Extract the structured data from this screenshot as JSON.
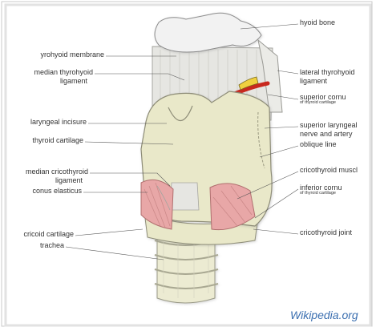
{
  "labels": {
    "hyoid_bone": "hyoid bone",
    "thyrohyoid_membrane": "yrohyoid membrane",
    "median_thyrohyoid_1": "median thyrohyoid",
    "median_thyrohyoid_2": "ligament",
    "laryngeal_incisure": "laryngeal incisure",
    "thyroid_cartilage": "thyroid cartilage",
    "median_cricothyroid_1": "median cricothyroid",
    "median_cricothyroid_2": "ligament",
    "conus_elasticus": "conus elasticus",
    "cricoid_cartilage": "cricoid cartilage",
    "trachea": "trachea",
    "lateral_thyrohyoid_1": "lateral thyrohyoid",
    "lateral_thyrohyoid_2": "ligament",
    "superior_cornu": "superior cornu",
    "superior_cornu_sub": "of thyroid cartilage",
    "superior_laryngeal_1": "superior laryngeal",
    "superior_laryngeal_2": "nerve and artery",
    "oblique_line": "oblique line",
    "cricothyroid_muscle": "cricothyroid muscl",
    "inferior_cornu": "inferior cornu",
    "inferior_cornu_sub": "of thyroid cartilage",
    "cricothyroid_joint": "cricothyroid joint"
  },
  "credit": "Wikipedia.org",
  "colors": {
    "cartilage": "#e9e8c9",
    "ligament": "#e6e6e2",
    "muscle": "#e8a7a7",
    "nerve": "#c8281e",
    "artery_yellow": "#f0d040",
    "credit": "#3b6fb0"
  }
}
